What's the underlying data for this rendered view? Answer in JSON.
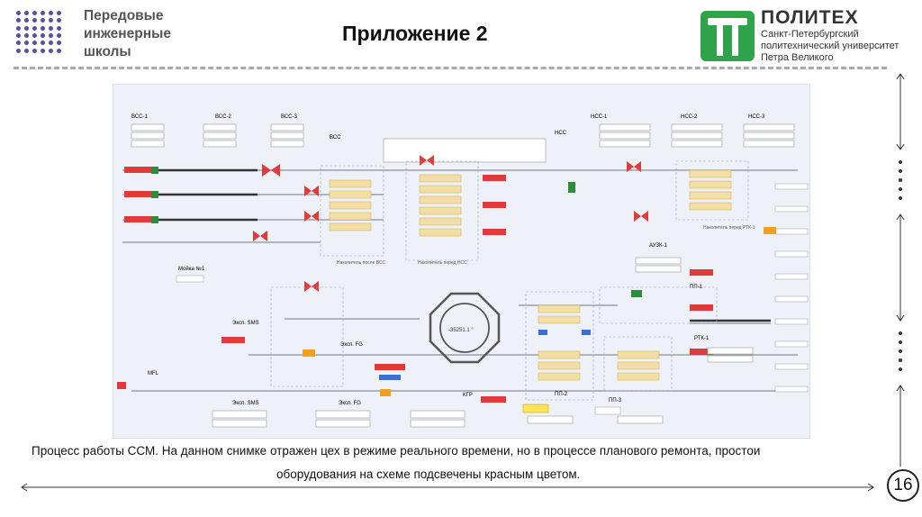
{
  "header": {
    "org_lines": [
      "Передовые",
      "инженерные",
      "школы"
    ],
    "title": "Приложение 2",
    "logo_name": "ПОЛИТЕХ",
    "logo_sub_lines": [
      "Санкт-Петербургский",
      "политехнический университет",
      "Петра Великого"
    ]
  },
  "scada": {
    "labels": {
      "vss1": "ВСС-1",
      "vss2": "ВСС-2",
      "vss3": "ВСС-3",
      "vss": "ВСС",
      "nss1": "НСС-1",
      "nss2": "НСС-2",
      "nss3": "НСС-3",
      "nss": "НСС",
      "mojka": "Мойка №1",
      "auzk1": "АУЗК-1",
      "rtk1": "РТК-1",
      "pp1": "ПП-1",
      "pp2": "ПП-2",
      "pp3": "ПП-3",
      "mfl": "MFL",
      "kgr": "КГР",
      "eksp_sms": "Эксп. SMS",
      "eksp_fg": "Эксп. FG",
      "nakop_vss": "Накопитель после ВСС",
      "nakop_nss": "Накопитель перед НСС",
      "nakop_rtk": "Накопитель перед РТК-1",
      "value_center": "-35251.1 °"
    },
    "colors": {
      "alarm": "#e03a3a",
      "ok": "#2e8b3a",
      "warn": "#f0a020",
      "accent": "#3a6fd8"
    }
  },
  "caption": {
    "line1": "Процесс работы ССМ. На данном снимке отражен цех в режиме реального времени, но в процессе планового ремонта, простои",
    "line2": "оборудования на схеме подсвечены красным цветом."
  },
  "page_number": "16"
}
